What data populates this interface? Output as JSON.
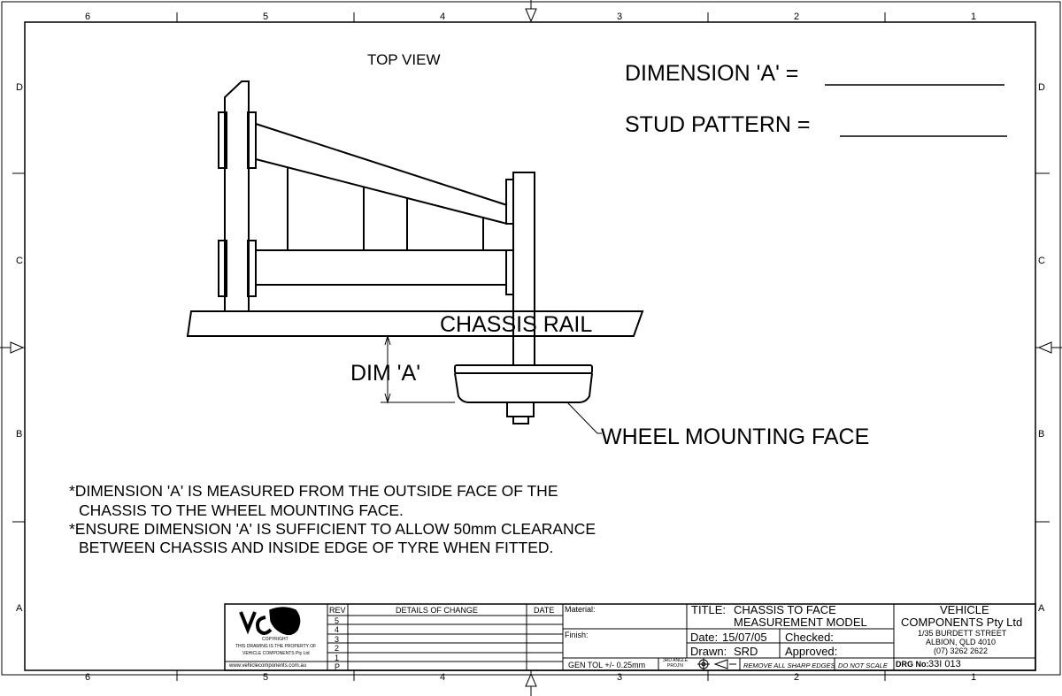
{
  "border": {
    "columns": [
      "6",
      "5",
      "4",
      "3",
      "2",
      "1"
    ],
    "rows": [
      "D",
      "C",
      "B",
      "A"
    ]
  },
  "drawing": {
    "view_label": "TOP VIEW",
    "dimension_a_label": "DIMENSION 'A' =",
    "stud_pattern_label": "STUD PATTERN =",
    "chassis_rail_label": "CHASSIS RAIL",
    "dim_a_label": "DIM 'A'",
    "wheel_face_label": "WHEEL MOUNTING FACE"
  },
  "notes": {
    "line1": "*DIMENSION 'A' IS MEASURED FROM THE OUTSIDE FACE OF THE",
    "line2": "CHASSIS TO THE WHEEL MOUNTING FACE.",
    "line3": "*ENSURE DIMENSION 'A' IS SUFFICIENT TO ALLOW 50mm CLEARANCE",
    "line4": "BETWEEN CHASSIS AND INSIDE EDGE OF TYRE WHEN FITTED."
  },
  "title_block": {
    "copyright_lines": [
      "COPYRIGHT",
      "THIS DRAWING IS THE PROPERTY OF",
      "VEHICLE COMPONENTS Pty Ltd"
    ],
    "website": "www.vehiclecomponents.com.au",
    "rev_header": "REV",
    "details_header": "DETAILS OF CHANGE",
    "date_header": "DATE",
    "revs": [
      "5",
      "4",
      "3",
      "2",
      "1",
      "P"
    ],
    "material_label": "Material:",
    "finish_label": "Finish:",
    "gen_tol": "GEN TOL +/- 0.25mm",
    "projection_label_1": "3RD ANGLE",
    "projection_label_2": "PROJ'N",
    "title_label": "TITLE:",
    "title_line1": "CHASSIS TO FACE",
    "title_line2": "MEASUREMENT MODEL",
    "date_label": "Date:",
    "date_value": "15/07/05",
    "checked_label": "Checked:",
    "drawn_label": "Drawn:",
    "drawn_value": "SRD",
    "approved_label": "Approved:",
    "remove_edges": "REMOVE ALL SHARP EDGES",
    "do_not_scale": "DO NOT SCALE",
    "company_line1": "VEHICLE",
    "company_line2": "COMPONENTS Pty Ltd",
    "address_line1": "1/35 BURDETT STREET",
    "address_line2": "ALBION, QLD 4010",
    "phone": "(07) 3262 2622",
    "drg_label": "DRG No:",
    "drg_value": "33I 013"
  }
}
